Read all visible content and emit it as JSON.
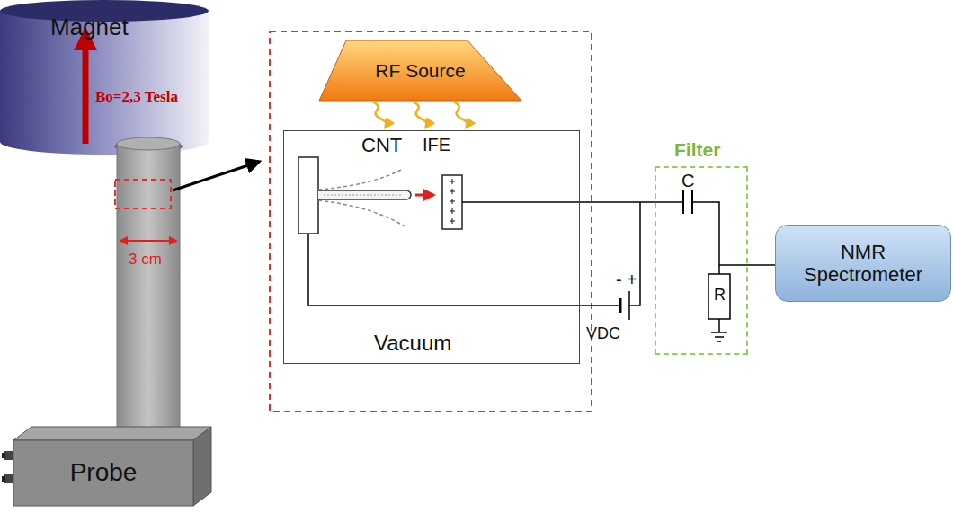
{
  "diagram": {
    "nodes": [
      {
        "text": [
          "Magnet",
          "Bo=2,3 Tesla"
        ]
      },
      {
        "text": [
          "Probe"
        ]
      },
      {
        "text": [
          "RF Source"
        ]
      },
      {
        "text": [
          "Vacuum"
        ]
      },
      {
        "text": [
          "Filter"
        ]
      },
      {
        "text": [
          "NMR Spectrometer"
        ]
      }
    ],
    "edges": [
      {
        "from": 2,
        "to": 3,
        "arrow": "to"
      },
      {
        "from": 3,
        "to": 4,
        "arrow": "none"
      },
      {
        "from": 4,
        "to": 5,
        "arrow": "none"
      }
    ],
    "labels": [
      "CNT",
      "IFE",
      "-",
      "+",
      "VDC",
      "C",
      "R",
      "3 cm"
    ]
  }
}
